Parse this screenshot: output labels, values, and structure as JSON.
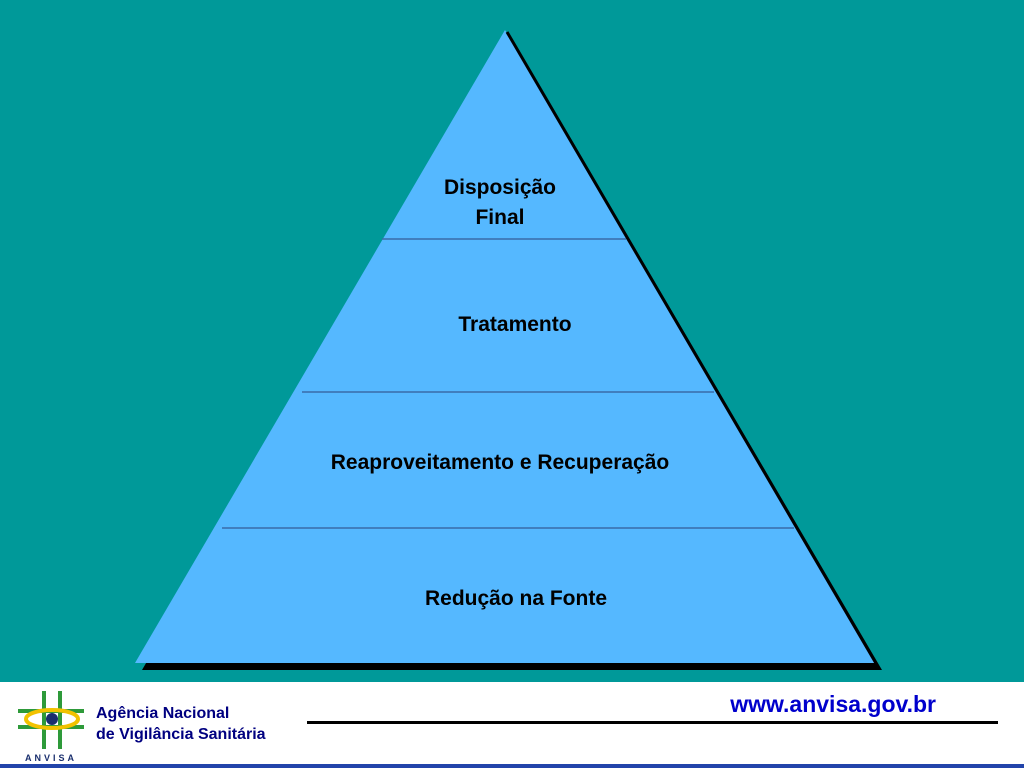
{
  "pyramid": {
    "levels": [
      {
        "label_line1": "Disposição",
        "label_line2": "Final"
      },
      {
        "label": "Tratamento"
      },
      {
        "label": "Reaproveitamento e Recuperação"
      },
      {
        "label": "Redução na Fonte"
      }
    ],
    "colors": {
      "background": "#009999",
      "fill": "#55b8ff",
      "divider": "#3a6aa8",
      "shadow": "#000000"
    }
  },
  "footer": {
    "url": "www.anvisa.gov.br",
    "agency_line1": "Agência Nacional",
    "agency_line2": "de Vigilância Sanitária",
    "logo_text": "ANVISA",
    "colors": {
      "url": "#0000cc",
      "agency_text": "#000080",
      "logo_green": "#2e9a3a",
      "logo_yellow": "#f2c200",
      "logo_navy": "#1a2f6e"
    }
  }
}
